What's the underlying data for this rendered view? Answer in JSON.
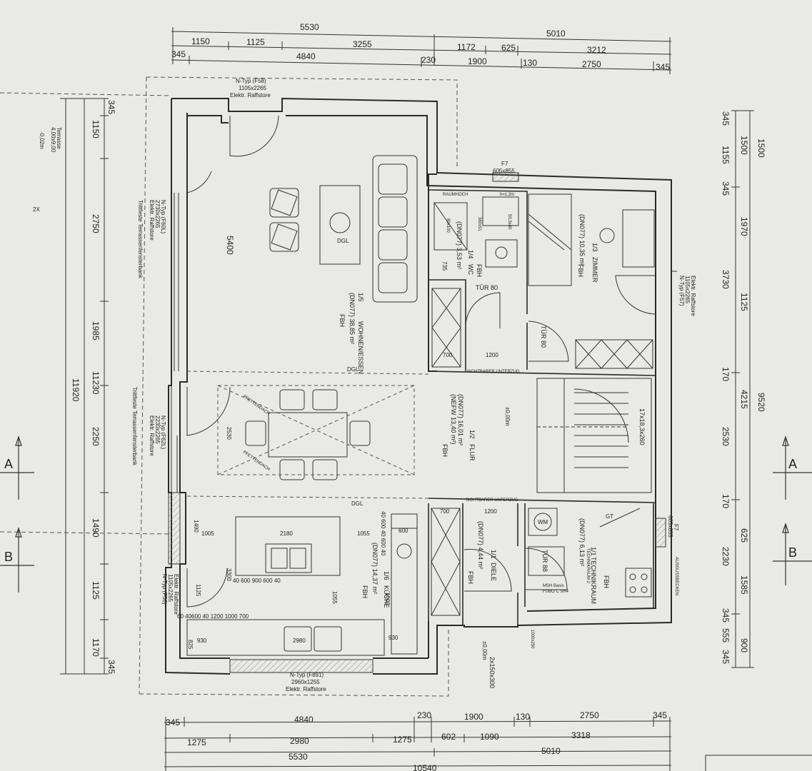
{
  "dims_top": {
    "r1": [
      "5530",
      "5010"
    ],
    "r2": [
      "1150",
      "1125",
      "3255",
      "1172",
      "625",
      "3212"
    ],
    "r3": [
      "345",
      "4840",
      "230",
      "1900",
      "130",
      "2750",
      "345"
    ]
  },
  "dims_bottom": {
    "r1": [
      "345",
      "4840",
      "230",
      "1900",
      "130",
      "2750",
      "345"
    ],
    "r2": [
      "1275",
      "2980",
      "1275",
      "602",
      "1090",
      "3318"
    ],
    "r3": [
      "5530",
      "5010"
    ],
    "r4": "10540"
  },
  "dims_left": {
    "inner": [
      "345",
      "1150",
      "2750",
      "1985",
      "2250",
      "1490",
      "1125",
      "1170",
      "345"
    ],
    "total": "11920",
    "mid": "11230",
    "room": [
      "1490",
      "1125"
    ]
  },
  "dims_right": {
    "a": [
      "345",
      "1155",
      "345",
      "3730",
      "170",
      "2530",
      "170",
      "2230",
      "345",
      "555",
      "345"
    ],
    "b": [
      "1500",
      "1500",
      "1970",
      "1125",
      "4215",
      "625",
      "1585",
      "900"
    ],
    "total": "9520"
  },
  "rooms": {
    "wohnen": {
      "code": "(DN077) 38,85 m²",
      "id": "1/5",
      "name": "WOHNEN/ESSEN",
      "floor": "FBH"
    },
    "wc": {
      "code": "(DN077) 3,53 m²",
      "id": "1/4",
      "name": "WC",
      "floor": "FBH",
      "door": "TÜR 80"
    },
    "zimmer": {
      "code": "(DN077) 10,35 m²",
      "id": "1/3",
      "name": "ZIMMER",
      "floor": "FBH",
      "door": "TÜR 80"
    },
    "flur": {
      "code": "(DN077) 16,01 m²",
      "sub": "(NEFW 13,40 m²)",
      "id": "1/2",
      "name": "FLUR",
      "floor": "FBH"
    },
    "kueche": {
      "code": "(DN077) 14,37 m²",
      "id": "1/6",
      "name": "KÜCHE",
      "floor": "FBH"
    },
    "diele": {
      "code": "(DN077) 4,44 m²",
      "id": "1/1",
      "name": "DIELE",
      "floor": "FBH",
      "door": "TÜR 88"
    },
    "technik": {
      "code": "(DN077) 6,13 m²",
      "id": "1/1",
      "name": "TECHNIKRAUM",
      "floor": "FBH"
    }
  },
  "windows": {
    "top": [
      "N-Typ (F58)",
      "1105x2265",
      "Elektr. Raffstore"
    ],
    "right": [
      "N-Typ (F57)",
      "1105x2265",
      "Elektr. Raffstore"
    ],
    "left1": [
      "N-Typ (F60L)",
      "2730x2265",
      "Elektr. Raffstore",
      "Trittfeste Terrassenfensterbank"
    ],
    "left2": [
      "N-Typ (F62L)",
      "2230x2265",
      "Elektr. Raffstore",
      "Trittfeste Terrassenfensterbank"
    ],
    "left3": [
      "N-Typ (F56)",
      "1105x2265",
      "Elektr. Raffstore"
    ],
    "bottom": [
      "N-Typ (F891)",
      "2960x1255",
      "Elektr. Raffstore"
    ],
    "f7a": [
      "F7",
      "605x855"
    ],
    "f7b": [
      "F7",
      "605x855"
    ]
  },
  "labels": {
    "terrasse": [
      "Terrasse",
      "4,00x9,00",
      "-0,02m"
    ],
    "dgl": "DGL",
    "sichtbar": "SICHTBARER UNTERZUG",
    "stair": "17x18,3x260",
    "pfette": "PFETTENDACH",
    "raum_hoch": "RAUMHOCH",
    "h12": "h=1,2m",
    "ausgussbecken": "AUSGUSSBECKEN",
    "wm": "WM",
    "gt": "GT",
    "tech2": "TECHNIKRAUM 2",
    "msh": "MSH Basis",
    "fubo": "FUBO C SR4",
    "level": "±0,00m",
    "stufe": "2x150x300",
    "rost": "1000x250",
    "dim5400": "5400",
    "dim2530": "2530",
    "dim3300": "3300",
    "dim1125b": "1125",
    "dim700a": "700",
    "dim1200a": "1200",
    "dim700b": "700",
    "dim1200b": "1200",
    "dim735": "735",
    "dim2180": "2180",
    "dim1005": "1005",
    "dim1055": "1055",
    "k_row": "40 600  900  600 40",
    "k_row2": "60 40600 40   1200      1000      700",
    "k_col": "40 600 40 600 40",
    "dim2980": "2980",
    "dim930a": "930",
    "dim930b": "930",
    "dim825": "825",
    "dim1000v": "1000",
    "dim1055v": "1055",
    "dim600": "600",
    "wcdims": "380x51",
    "wcdim2": "50,3x40",
    "wcdim3": "80x100",
    "sec_a": "A",
    "sec_b": "B",
    "down2x": "2X"
  },
  "colors": {
    "paper": "#e9e9e6",
    "wall": "#2a2a2a",
    "line": "#333333"
  }
}
